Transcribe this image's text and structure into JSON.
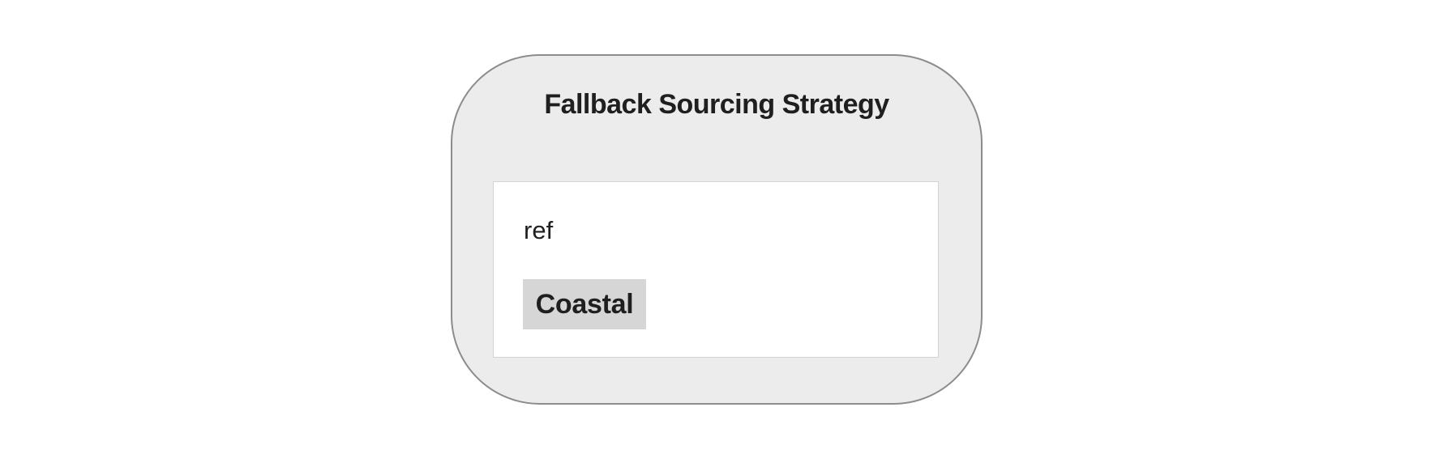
{
  "page": {
    "background": "#ffffff"
  },
  "diagram": {
    "text_color": "#1f1f1f",
    "container": {
      "title": "Fallback Sourcing Strategy",
      "fill": "#ececec",
      "border_color": "#8c8c8c"
    },
    "node": {
      "label": "ref",
      "fill": "#ffffff",
      "border_color": "#d3d3d3",
      "badge": {
        "label": "Coastal",
        "fill": "#d6d6d6"
      }
    }
  }
}
